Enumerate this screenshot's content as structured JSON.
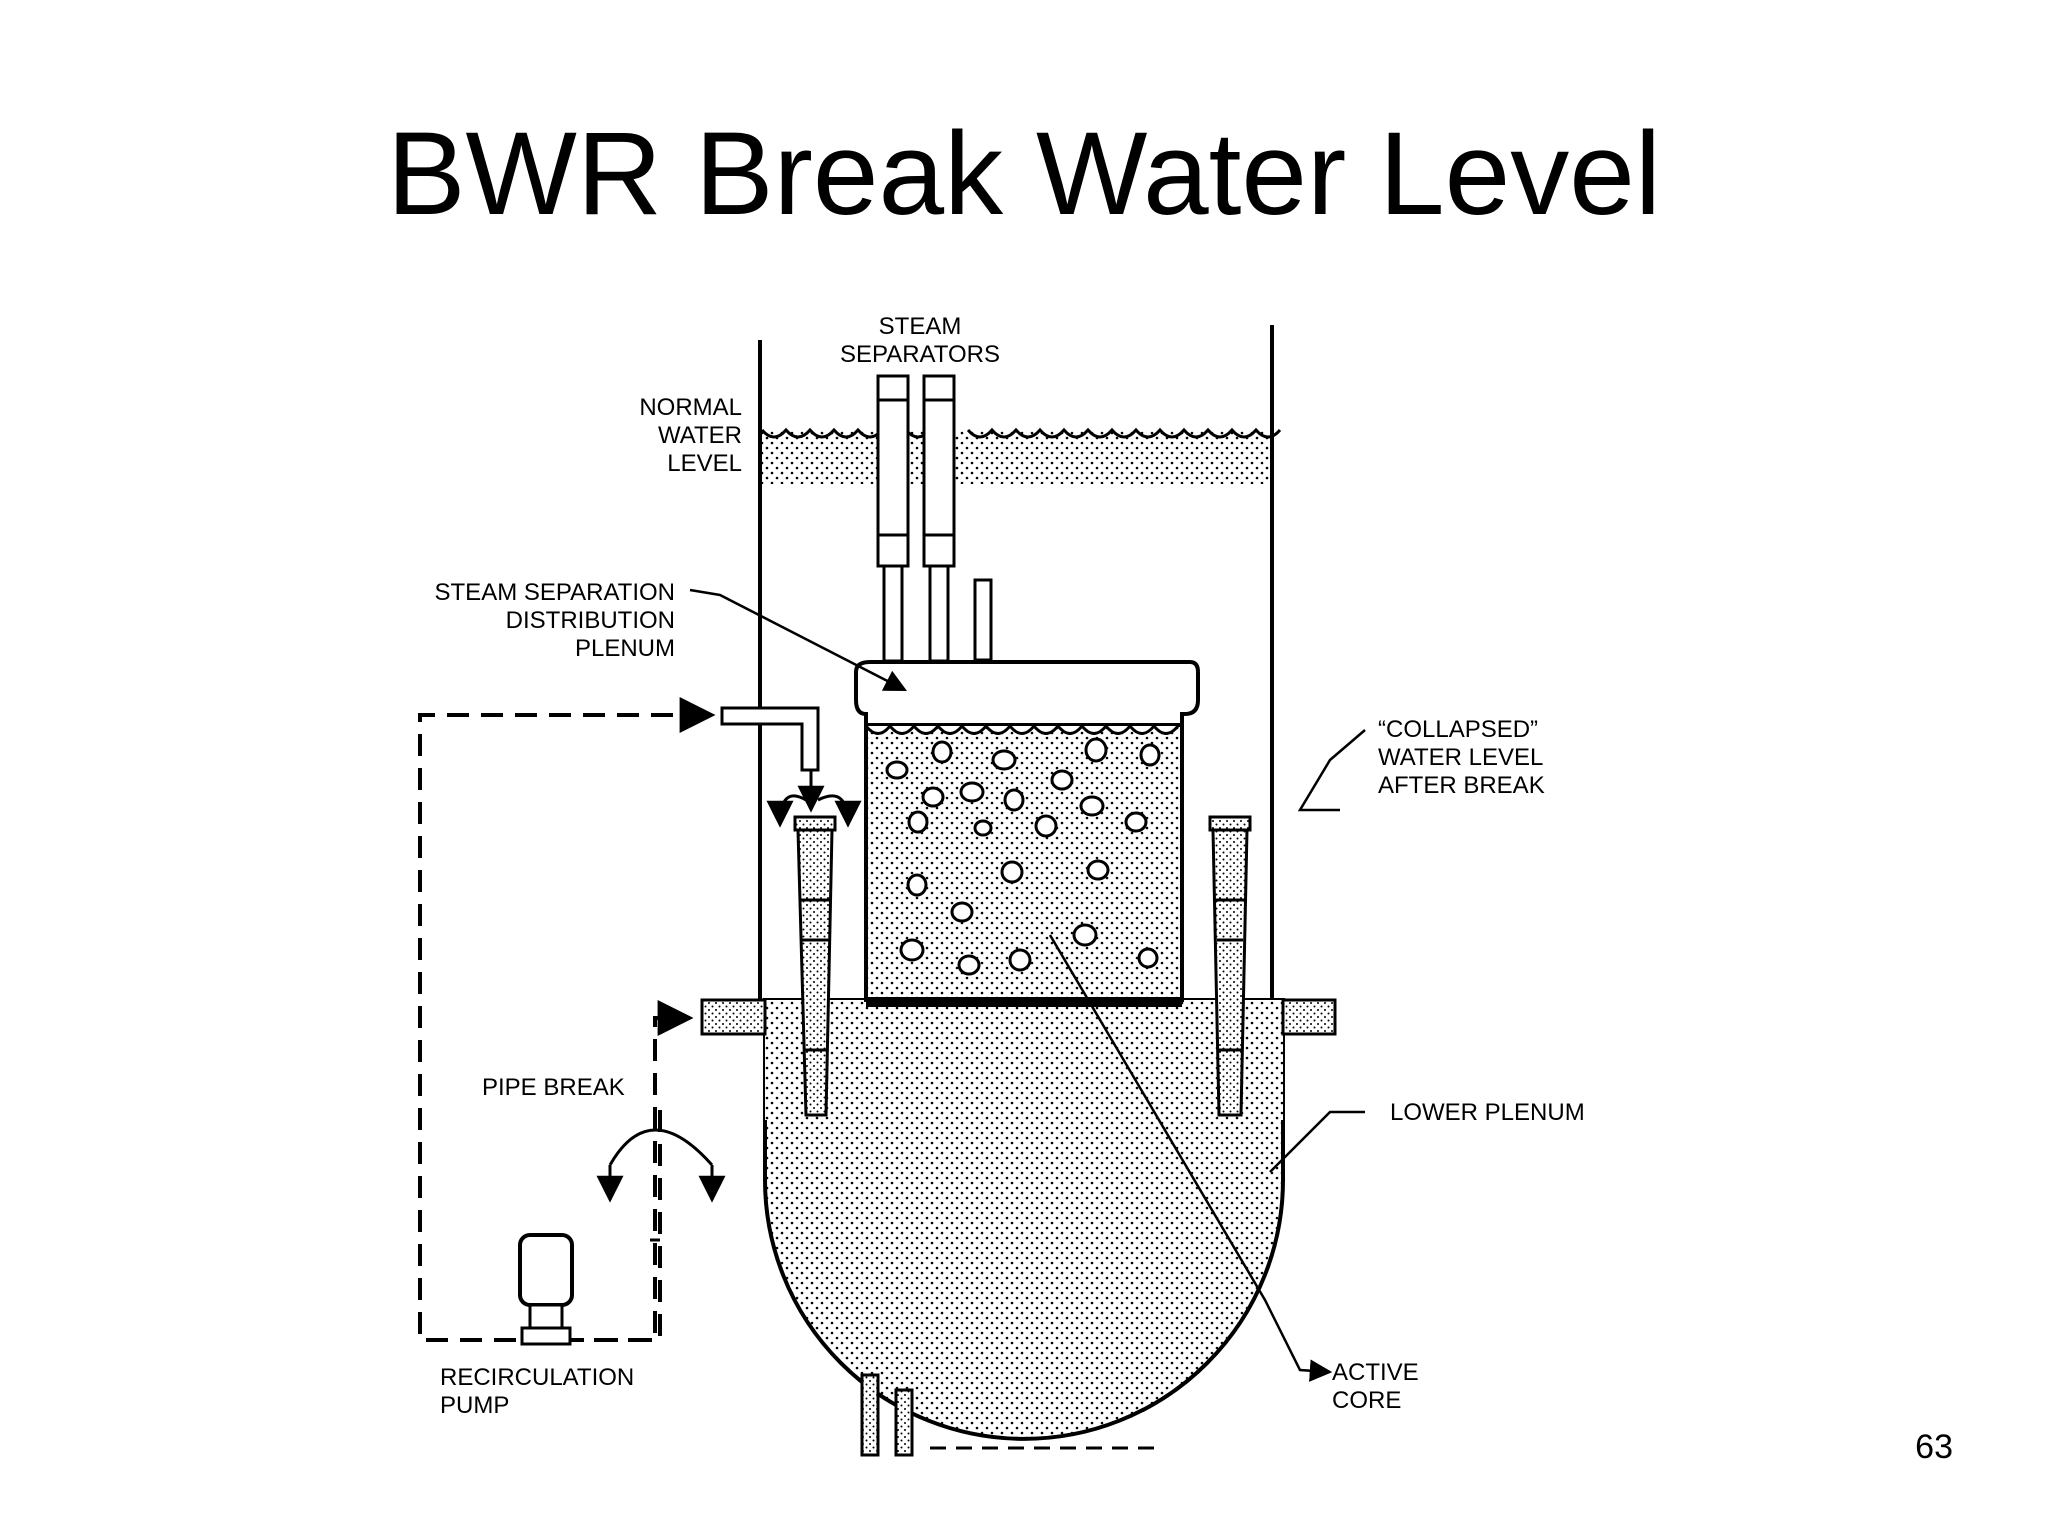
{
  "slide": {
    "title": "BWR Break Water Level",
    "page_number": "63"
  },
  "labels": {
    "steam_separators": [
      "STEAM",
      "SEPARATORS"
    ],
    "normal_water_level": [
      "NORMAL",
      "WATER",
      "LEVEL"
    ],
    "steam_separation_plenum": [
      "STEAM SEPARATION",
      "DISTRIBUTION",
      "PLENUM"
    ],
    "collapsed_water_level": [
      "“COLLAPSED”",
      "WATER LEVEL",
      "AFTER BREAK"
    ],
    "pipe_break": [
      "PIPE BREAK"
    ],
    "lower_plenum": [
      "LOWER PLENUM"
    ],
    "recirculation_pump": [
      "RECIRCULATION",
      "PUMP"
    ],
    "active_core": [
      "ACTIVE",
      "CORE"
    ]
  }
}
